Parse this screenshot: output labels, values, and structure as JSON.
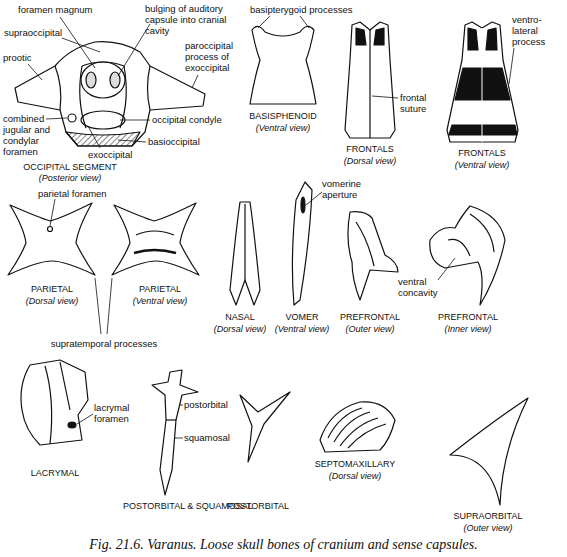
{
  "diagram": {
    "caption": "Fig. 21.6. Varanus. Loose skull bones of cranium and sense capsules.",
    "labels": [
      "foramen magnum",
      "bulging of auditory capsule into cranial cavity",
      "supraoccipital",
      "prootic",
      "paroccipital process of exoccipital",
      "combined jugular and condylar foramen",
      "occipital condyle",
      "exoccipital",
      "basioccipital",
      "OCCIPITAL SEGMENT",
      "(Posterior view)",
      "basipterygoid processes",
      "BASISPHENOID",
      "(Ventral view)",
      "FRONTALS",
      "(Dorsal view)",
      "frontal suture",
      "ventro-lateral process",
      "FRONTALS",
      "(Ventral view)",
      "parietal foramen",
      "PARIETAL",
      "(Dorsal view)",
      "PARIETAL",
      "(Ventral view)",
      "supratemporal processes",
      "NASAL",
      "(Dorsal view)",
      "vomerine aperture",
      "VOMER",
      "(Ventral view)",
      "PREFRONTAL",
      "(Outer view)",
      "PREFRONTAL",
      "(Inner view)",
      "ventral concavity",
      "lacrymal foramen",
      "LACRYMAL",
      "postorbital",
      "squamosal",
      "POSTORBITAL & SQUAMOSAL",
      "POSTORBITAL",
      "SEPTOMAXILLARY",
      "(Dorsal view)",
      "SUPRAORBITAL",
      "(Outer view)"
    ]
  }
}
